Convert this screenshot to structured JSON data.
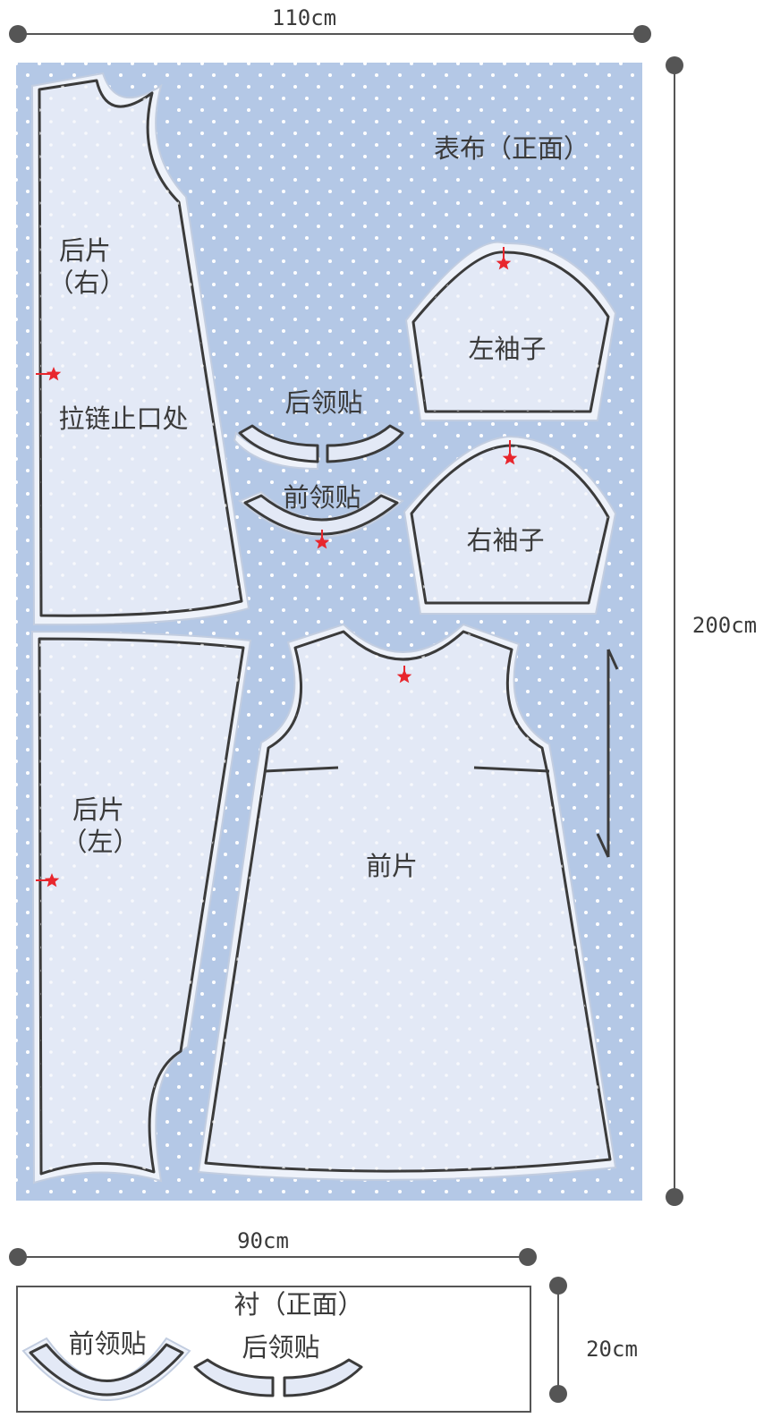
{
  "dimensions": {
    "fabric_width": "110cm",
    "fabric_length": "200cm",
    "interfacing_width": "90cm",
    "interfacing_length": "20cm"
  },
  "fabric": {
    "title": "表布（正面）",
    "background_color": "#b4c8e6",
    "dot_color": "#ffffff",
    "pieces": {
      "back_right": {
        "line1": "后片",
        "line2": "（右）"
      },
      "zipper_note": "拉链止口处",
      "back_left": {
        "line1": "后片",
        "line2": "（左）"
      },
      "left_sleeve": "左袖子",
      "right_sleeve": "右袖子",
      "back_facing": "后领贴",
      "front_facing": "前领贴",
      "front": "前片"
    }
  },
  "interfacing": {
    "title": "衬（正面）",
    "front_facing": "前领贴",
    "back_facing": "后领贴"
  },
  "colors": {
    "piece_fill": "#e3e9f6",
    "outline": "#3b3b3b",
    "marker": "#e8262d"
  }
}
